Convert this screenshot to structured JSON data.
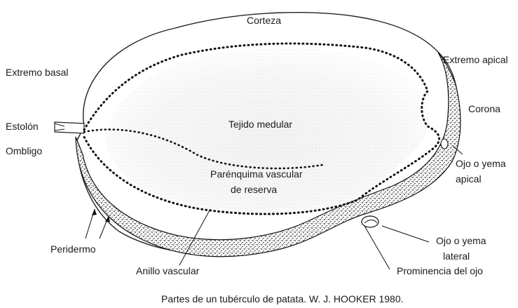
{
  "labels": {
    "corteza": "Corteza",
    "extremo_basal": "Extremo basal",
    "estolon": "Estolón",
    "ombligo": "Ombligo",
    "extremo_apical": "Extremo apical",
    "corona": "Corona",
    "tejido_medular": "Tejido medular",
    "parenquima_line1": "Parénquima vascular",
    "parenquima_line2": "de reserva",
    "ojo_apical_line1": "Ojo o yema",
    "ojo_apical_line2": "apical",
    "ojo_lateral_line1": "Ojo o yema",
    "ojo_lateral_line2": "lateral",
    "peridermo": "Peridermo",
    "anillo_vascular": "Anillo vascular",
    "prominencia": "Prominencia del ojo"
  },
  "caption": "Partes de un tubérculo de patata. W. J. HOOKER 1980."
}
